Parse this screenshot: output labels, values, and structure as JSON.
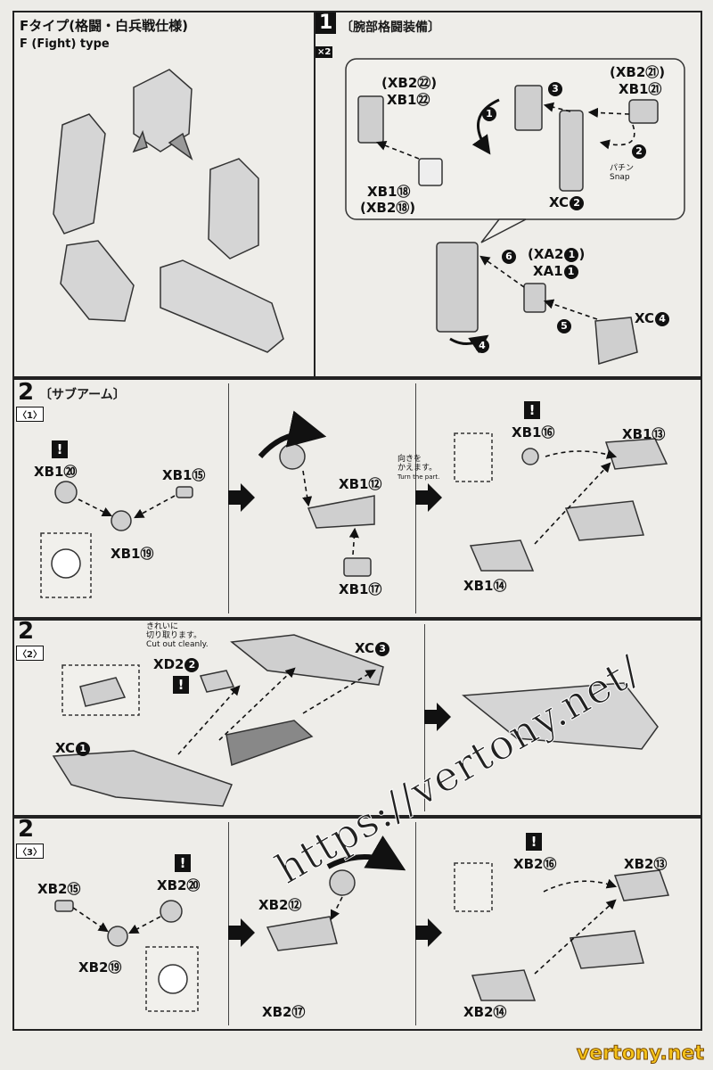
{
  "ftype": {
    "title_jp": "Fタイプ(格闘・白兵戦仕様)",
    "title_en": "F (Fight) type"
  },
  "step1": {
    "number": "1",
    "title": "〔腕部格闘装備〕",
    "multiplier": "×2",
    "labels": {
      "xb2_22": "(XB2㉒)",
      "xb1_22": "XB1㉒",
      "xb2_21": "(XB2㉑)",
      "xb1_21": "XB1㉑",
      "xb1_18": "XB1⑱",
      "xb2_18": "(XB2⑱)",
      "xc2": "XC",
      "xc2_num": "2",
      "xa2_1": "(XA2",
      "xa2_1_num": "1",
      "xa1_1": "XA1",
      "xa1_1_num": "1",
      "xc4": "XC",
      "xc4_num": "4",
      "snap_jp": "パチン",
      "snap_en": "Snap"
    },
    "seq": [
      "1",
      "2",
      "3",
      "4",
      "5",
      "6"
    ]
  },
  "step2_1": {
    "number": "2",
    "title": "〔サブアーム〕",
    "sub": "〈1〉",
    "labels": {
      "xb1_20": "XB1⑳",
      "xb1_15": "XB1⑮",
      "xb1_19": "XB1⑲",
      "xb1_12": "XB1⑫",
      "xb1_17": "XB1⑰",
      "xb1_16": "XB1⑯",
      "xb1_13": "XB1⑬",
      "xb1_14": "XB1⑭",
      "turn_jp": "向きを\nかえます。",
      "turn_en": "Turn the part."
    }
  },
  "step2_2": {
    "number": "2",
    "sub": "〈2〉",
    "labels": {
      "cut_jp": "きれいに\n切り取ります。",
      "cut_en": "Cut out cleanly.",
      "xd2": "XD2",
      "xd2_num": "2",
      "xc3": "XC",
      "xc3_num": "3",
      "xc1": "XC",
      "xc1_num": "1"
    }
  },
  "step2_3": {
    "number": "2",
    "sub": "〈3〉",
    "labels": {
      "xb2_15": "XB2⑮",
      "xb2_20": "XB2⑳",
      "xb2_19": "XB2⑲",
      "xb2_12": "XB2⑫",
      "xb2_17": "XB2⑰",
      "xb2_16": "XB2⑯",
      "xb2_13": "XB2⑬",
      "xb2_14": "XB2⑭"
    }
  },
  "warning_mark": "!",
  "watermark": "https://vertony.net/",
  "footer_watermark": "vertony.net"
}
